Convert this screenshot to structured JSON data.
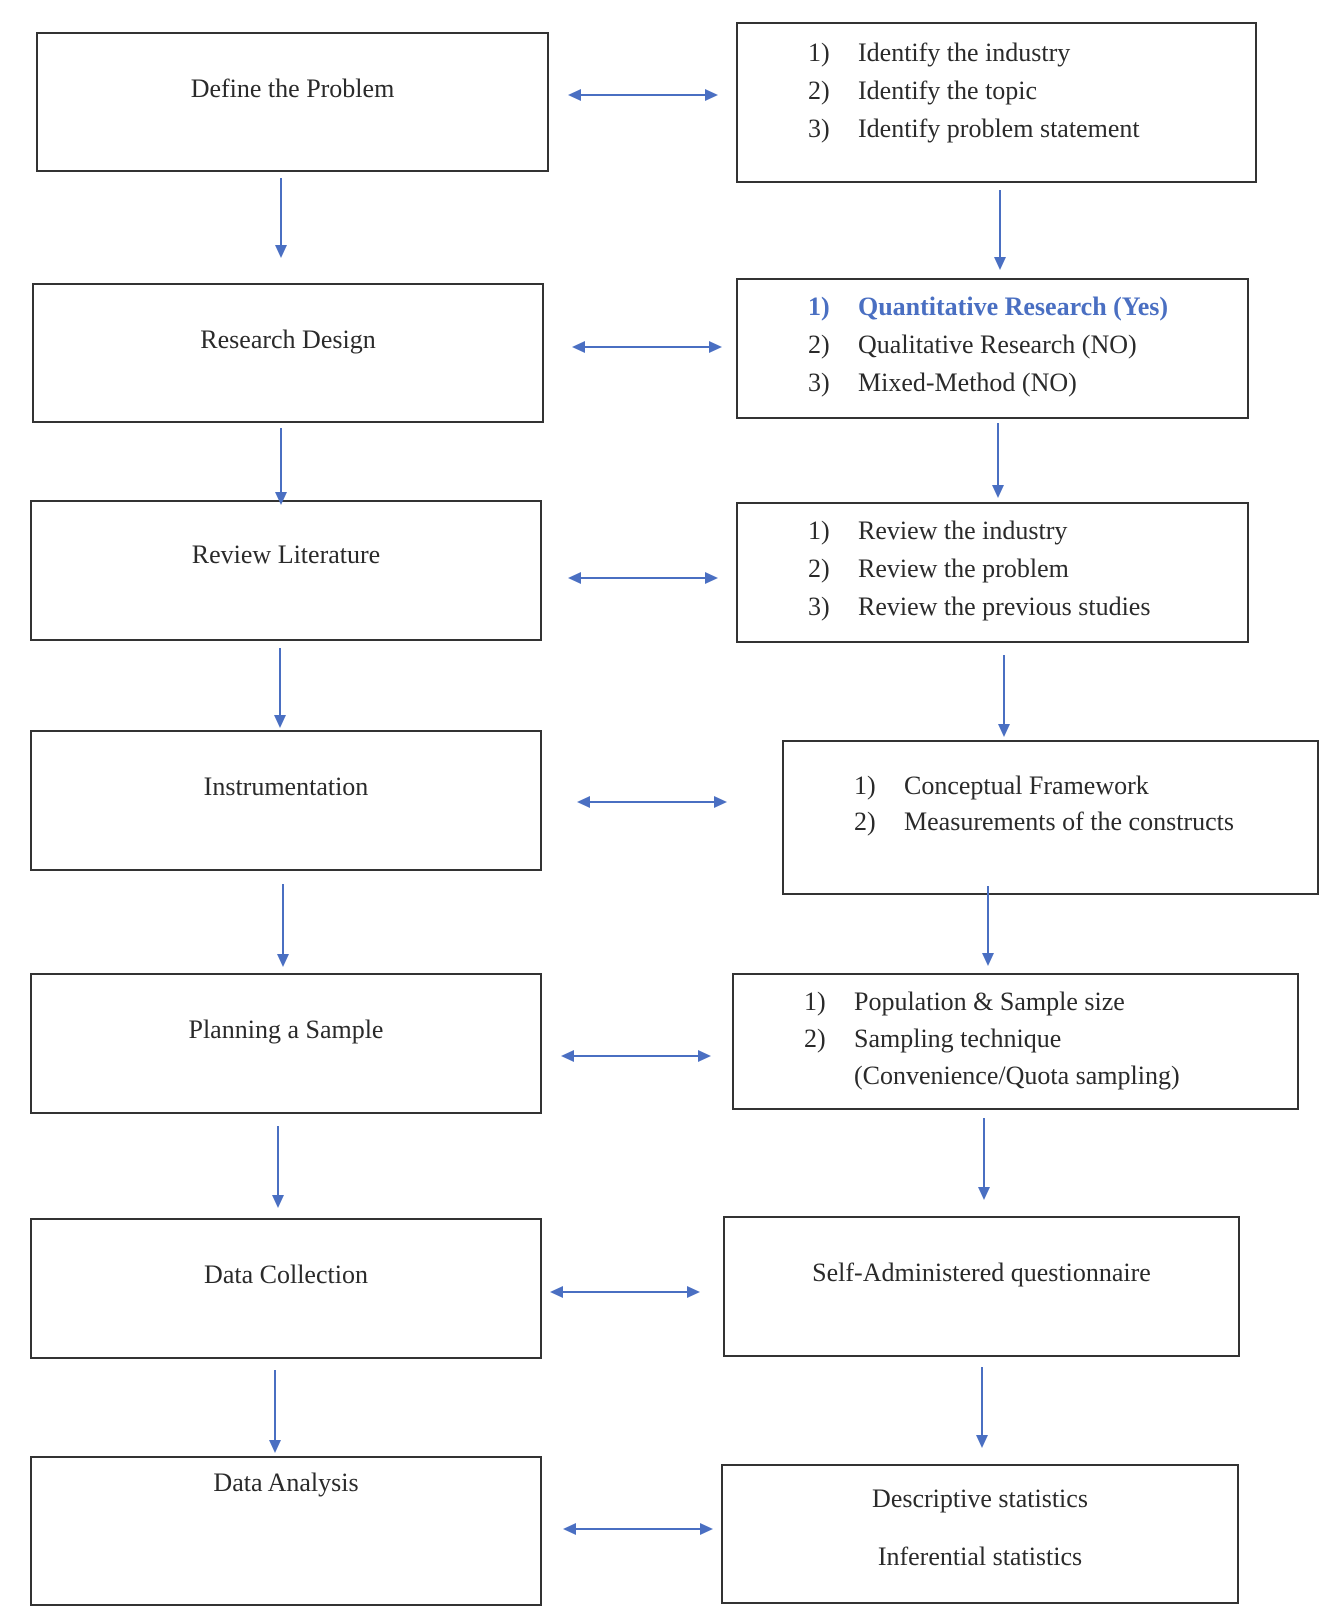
{
  "steps": [
    {
      "label": "Define the Problem"
    },
    {
      "label": "Research Design"
    },
    {
      "label": "Review Literature"
    },
    {
      "label": "Instrumentation"
    },
    {
      "label": "Planning a Sample"
    },
    {
      "label": "Data Collection"
    },
    {
      "label": "Data Analysis"
    }
  ],
  "details": {
    "define": [
      {
        "num": "1)",
        "text": "Identify the industry"
      },
      {
        "num": "2)",
        "text": "Identify the topic"
      },
      {
        "num": "3)",
        "text": "Identify problem statement"
      }
    ],
    "design": [
      {
        "num": "1)",
        "text": "Quantitative Research (Yes)"
      },
      {
        "num": "2)",
        "text": "Qualitative Research (NO)"
      },
      {
        "num": "3)",
        "text": "Mixed-Method (NO)"
      }
    ],
    "literature": [
      {
        "num": "1)",
        "text": "Review the industry"
      },
      {
        "num": "2)",
        "text": "Review the problem"
      },
      {
        "num": "3)",
        "text": "Review the previous studies"
      }
    ],
    "instrumentation": [
      {
        "num": "1)",
        "text": "Conceptual Framework"
      },
      {
        "num": "2)",
        "text": "Measurements of the constructs"
      }
    ],
    "sample": [
      {
        "num": "1)",
        "text": "Population & Sample size"
      },
      {
        "num": "2)",
        "text": "Sampling technique"
      },
      {
        "num": "",
        "text": "(Convenience/Quota sampling)"
      }
    ],
    "collection": "Self-Administered questionnaire",
    "analysis": [
      "Descriptive statistics",
      "Inferential statistics"
    ]
  },
  "colors": {
    "arrow": "#4a6fc2",
    "border": "#333333",
    "highlight": "#4a6fc2"
  }
}
